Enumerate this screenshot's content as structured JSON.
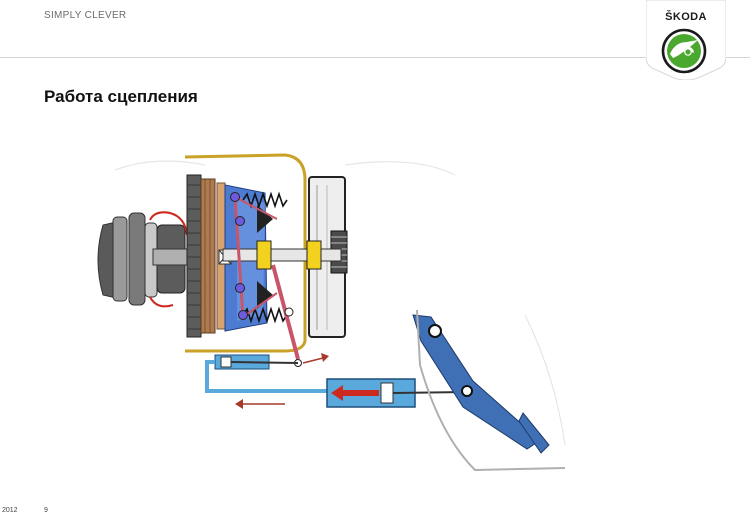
{
  "header": {
    "slogan": "SIMPLY CLEVER",
    "brand_name": "ŠKODA",
    "logo_icon": "skoda-winged-arrow-icon"
  },
  "title": "Работа сцепления",
  "footer": {
    "year": "2012",
    "page_number": "9"
  },
  "colors": {
    "hydraulic_line": "#5aa9dd",
    "pressure_piston": "#cc2a1e",
    "clutch_housing": "#c9a227",
    "flywheel": "#8a5a3a",
    "pedal": "#3f6fb5",
    "logo_green": "#4ba82e"
  },
  "icons": [
    "skoda-winged-arrow-icon",
    "crankshaft-icon",
    "flywheel-icon",
    "clutch-disc-icon",
    "pedal-icon",
    "master-cylinder-icon",
    "slave-cylinder-icon"
  ]
}
